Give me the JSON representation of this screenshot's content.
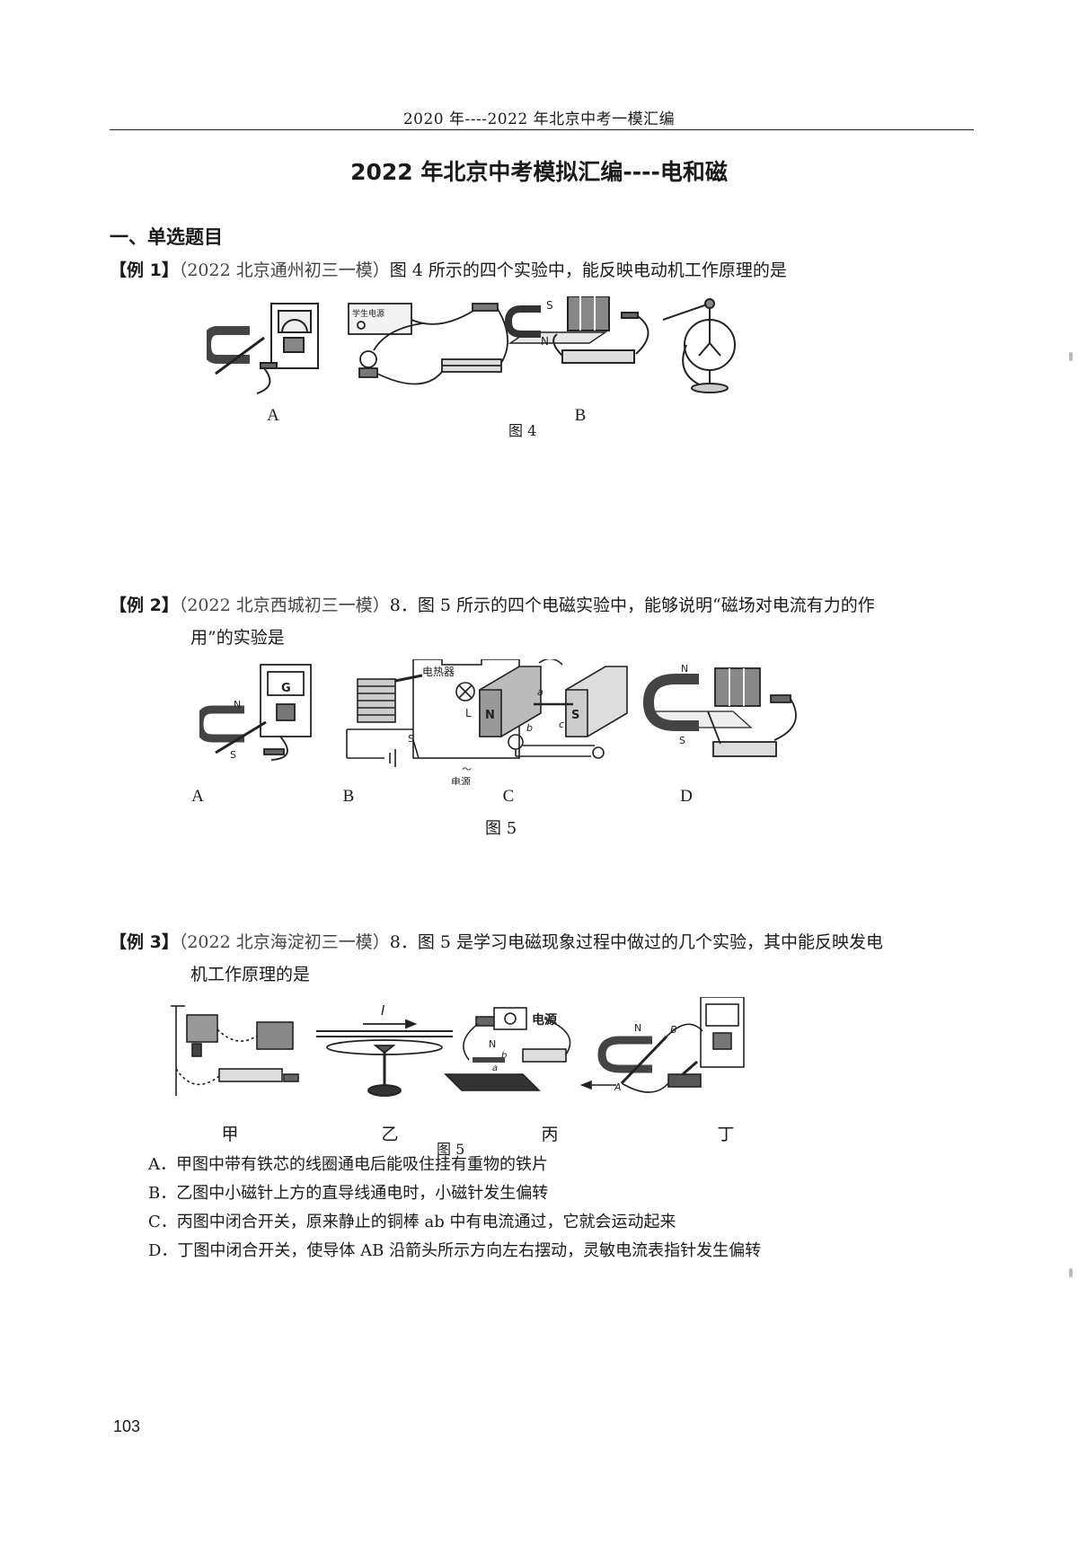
{
  "running_header": "2020 年----2022 年北京中考一模汇编",
  "title": "2022 年北京中考模拟汇编----电和磁",
  "section_heading": "一、单选题目",
  "questions": [
    {
      "tag": "【例 1】",
      "source": "（2022 北京通州初三一模）",
      "text": "图 4 所示的四个实验中，能反映电动机工作原理的是",
      "figure_caption": "图 4",
      "figure_labels": [
        "A",
        "B"
      ],
      "figure_text": {
        "power_supply": "学生电源",
        "pole_s": "S",
        "pole_n": "N"
      }
    },
    {
      "tag": "【例 2】",
      "source": "（2022 北京西城初三一模）",
      "text": "8．图 5 所示的四个电磁实验中，能够说明“磁场对电流有力的作",
      "text_cont": "用”的实验是",
      "figure_caption": "图 5",
      "figure_labels": [
        "A",
        "B",
        "C",
        "D"
      ],
      "figure_text": {
        "galvanometer": "G",
        "heater": "电热器",
        "lamp": "L",
        "switch": "S",
        "power": "电源",
        "ac": "～",
        "pole_n": "N",
        "pole_s": "S",
        "point_a": "a",
        "point_b": "b",
        "point_c": "c"
      }
    },
    {
      "tag": "【例 3】",
      "source": "（2022 北京海淀初三一模）",
      "text": "8．图 5 是学习电磁现象过程中做过的几个实验，其中能反映发电",
      "text_cont": "机工作原理的是",
      "figure_caption": "图 5",
      "figure_labels": [
        "甲",
        "乙",
        "丙",
        "丁"
      ],
      "figure_text": {
        "current": "I",
        "power": "电源",
        "pole_n": "N",
        "point_a": "a",
        "point_b": "b",
        "point_A": "A",
        "point_B": "B"
      },
      "options": [
        "A．甲图中带有铁芯的线圈通电后能吸住挂有重物的铁片",
        "B．乙图中小磁针上方的直导线通电时，小磁针发生偏转",
        "C．丙图中闭合开关，原来静止的铜棒 ab 中有电流通过，它就会运动起来",
        "D．丁图中闭合开关，使导体 AB 沿箭头所示方向左右摆动，灵敏电流表指针发生偏转"
      ]
    }
  ],
  "page_number": "103"
}
